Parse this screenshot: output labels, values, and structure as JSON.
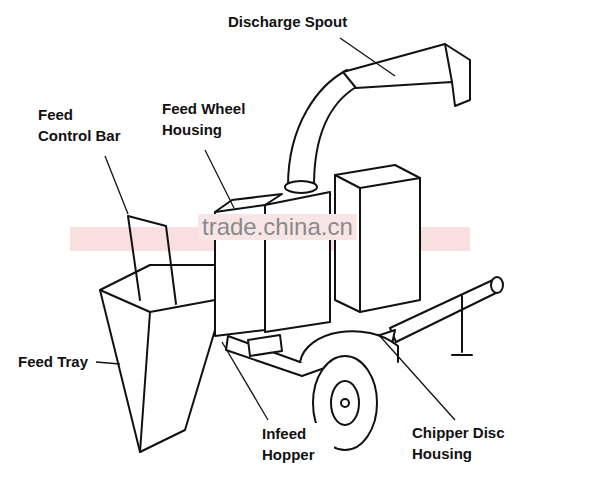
{
  "diagram": {
    "labels": [
      "Discharge Spout",
      "Feed Control Bar",
      "Feed Wheel Housing",
      "trade.china.cn",
      "Feed Tray",
      "Infeed Hopper",
      "Chipper Disc Housing"
    ]
  }
}
